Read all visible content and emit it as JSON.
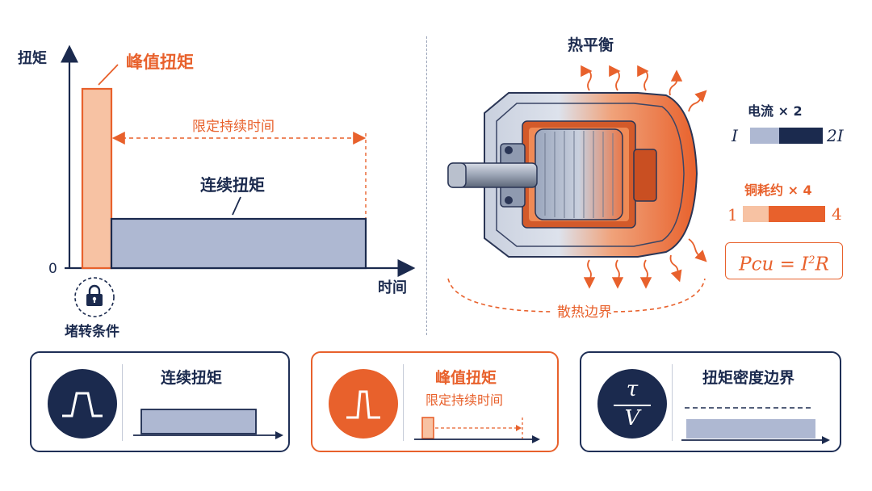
{
  "chart": {
    "y_axis_label": "扭矩",
    "x_axis_label": "时间",
    "origin_label": "0",
    "peak_label": "峰值扭矩",
    "duration_label": "限定持续时间",
    "continuous_label": "连续扭矩",
    "stall_label": "堵转条件",
    "icons": {
      "lock": "lock-icon"
    }
  },
  "motor": {
    "title": "热平衡",
    "boundary_label": "散热边界",
    "icons": {
      "motor": "motor-cutaway-illustration",
      "heat": "heat-arrow-icon"
    }
  },
  "scaling": {
    "current_label": "电流 × 2",
    "current_low": "I",
    "current_high": "2I",
    "copper_label": "铜耗约 × 4",
    "copper_low": "1",
    "copper_high": "4",
    "formula_main": "Pcu = I",
    "formula_sup": "2",
    "formula_tail": "R"
  },
  "cards": [
    {
      "title": "连续扭矩",
      "icon": "trapezoid-pulse-icon"
    },
    {
      "title": "峰值扭矩",
      "subtitle": "限定持续时间",
      "icon": "narrow-pulse-icon"
    },
    {
      "title": "扭矩密度边界",
      "icon_num": "τ",
      "icon_den": "V"
    }
  ],
  "colors": {
    "navy": "#1b2a4e",
    "orange": "#e8612c",
    "peach": "#f7c2a3",
    "slate": "#aeb8d2"
  }
}
